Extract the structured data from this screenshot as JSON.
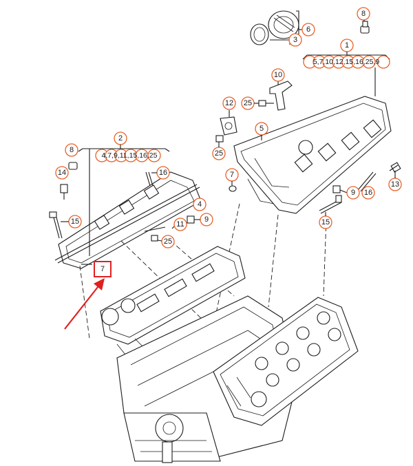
{
  "callouts": {
    "c6": "6",
    "c3": "3",
    "c8a": "8",
    "c1": "1",
    "c1_list": "5,7,10,12,15,16,25,9",
    "c10": "10",
    "c12": "12",
    "c25a": "25",
    "c5": "5",
    "c25b": "25",
    "c7a": "7",
    "c9a": "9",
    "c16a": "16",
    "c13": "13",
    "c15a": "15",
    "c2": "2",
    "c2_list": "4,7,9,11,15,16,25",
    "c8b": "8",
    "c14": "14",
    "c16b": "16",
    "c4": "4",
    "c15b": "15",
    "c11": "11",
    "c9b": "9",
    "c25c": "25",
    "c7b": "7"
  },
  "colors": {
    "callout_ring": "#e8622a",
    "highlight": "#e02020",
    "linework": "#1a1a1a"
  }
}
